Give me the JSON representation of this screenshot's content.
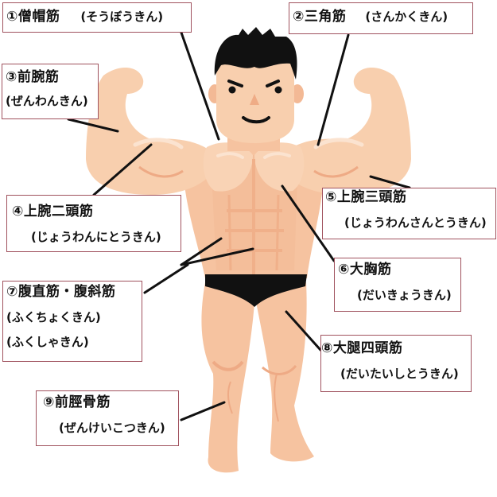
{
  "diagram": {
    "type": "anatomy-labels",
    "subject": "muscular man flexing (front view)",
    "colors": {
      "skin": "#f8cfae",
      "skin_shadow": "#f0b68e",
      "highlight": "#fbe3d0",
      "hair": "#111111",
      "briefs": "#111111",
      "leader_line": "#111111",
      "box_border": "#a0525e"
    },
    "labels": [
      {
        "number": "①",
        "name": "僧帽筋",
        "reading": "(そうぼうきん)"
      },
      {
        "number": "②",
        "name": "三角筋",
        "reading": "(さんかくきん)"
      },
      {
        "number": "③",
        "name": "前腕筋",
        "reading": "(ぜんわんきん)"
      },
      {
        "number": "④",
        "name": "上腕二頭筋",
        "reading": "(じょうわんにとうきん)"
      },
      {
        "number": "⑤",
        "name": "上腕三頭筋",
        "reading": "(じょうわんさんとうきん)"
      },
      {
        "number": "⑥",
        "name": "大胸筋",
        "reading": "(だいきょうきん)"
      },
      {
        "number": "⑦",
        "name": "腹直筋・腹斜筋",
        "reading": "(ふくちょくきん)",
        "reading2": "(ふくしゃきん)"
      },
      {
        "number": "⑧",
        "name": "大腿四頭筋",
        "reading": "(だいたいしとうきん)"
      },
      {
        "number": "⑨",
        "name": "前脛骨筋",
        "reading": "(ぜんけいこつきん)"
      }
    ]
  }
}
